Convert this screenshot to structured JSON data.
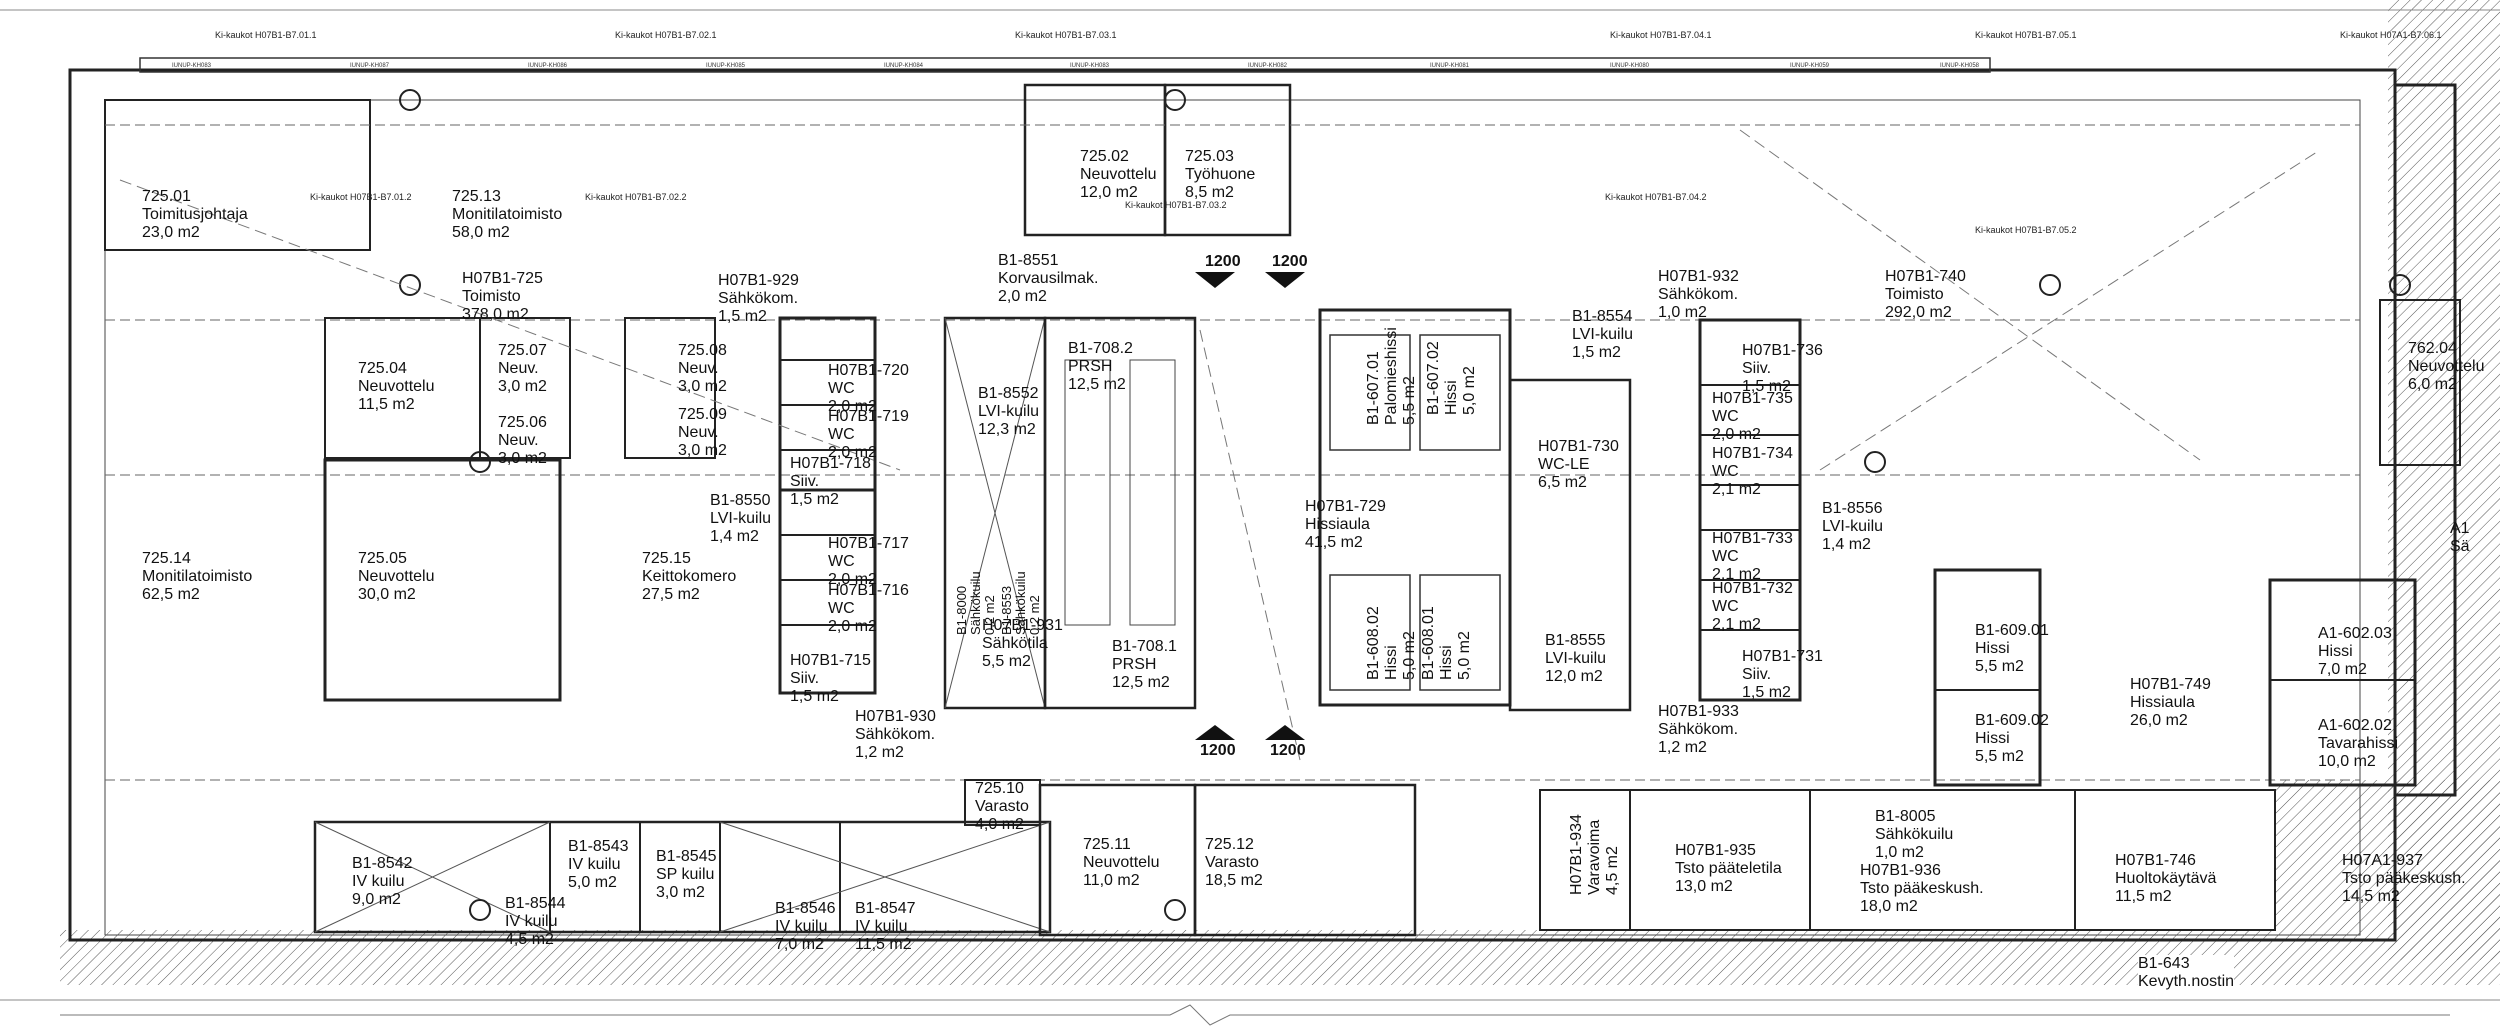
{
  "rooms": [
    {
      "id": "r72501",
      "code": "725.01",
      "name": "Toimitusjohtaja",
      "area": "23,0 m2"
    },
    {
      "id": "r72513",
      "code": "725.13",
      "name": "Monitilatoimisto",
      "area": "58,0 m2"
    },
    {
      "id": "r72502",
      "code": "725.02",
      "name": "Neuvottelu",
      "area": "12,0 m2"
    },
    {
      "id": "r72503",
      "code": "725.03",
      "name": "Työhuone",
      "area": "8,5 m2"
    },
    {
      "id": "rH725",
      "code": "H07B1-725",
      "name": "Toimisto",
      "area": "378,0 m2"
    },
    {
      "id": "rH929",
      "code": "H07B1-929",
      "name": "Sähkökom.",
      "area": "1,5 m2"
    },
    {
      "id": "rB8551",
      "code": "B1-8551",
      "name": "Korvausilmak.",
      "area": "2,0 m2"
    },
    {
      "id": "r72504",
      "code": "725.04",
      "name": "Neuvottelu",
      "area": "11,5 m2"
    },
    {
      "id": "r72507",
      "code": "725.07",
      "name": "Neuv.",
      "area": "3,0 m2"
    },
    {
      "id": "r72506",
      "code": "725.06",
      "name": "Neuv.",
      "area": "3,0 m2"
    },
    {
      "id": "r72508",
      "code": "725.08",
      "name": "Neuv.",
      "area": "3,0 m2"
    },
    {
      "id": "r72509",
      "code": "725.09",
      "name": "Neuv.",
      "area": "3,0 m2"
    },
    {
      "id": "rH720",
      "code": "H07B1-720",
      "name": "WC",
      "area": "2,0 m2"
    },
    {
      "id": "rH719",
      "code": "H07B1-719",
      "name": "WC",
      "area": "2,0 m2"
    },
    {
      "id": "rH718",
      "code": "H07B1-718",
      "name": "Siiv.",
      "area": "1,5 m2"
    },
    {
      "id": "rB8552",
      "code": "B1-8552",
      "name": "LVI-kuilu",
      "area": "12,3 m2"
    },
    {
      "id": "rB7082",
      "code": "B1-708.2",
      "name": "PRSH",
      "area": "12,5 m2"
    },
    {
      "id": "rB6071",
      "code": "B1-607.01",
      "name": "Palomieshissi",
      "area": "5,5 m2"
    },
    {
      "id": "rB6072",
      "code": "B1-607.02",
      "name": "Hissi",
      "area": "5,0 m2"
    },
    {
      "id": "rB8554",
      "code": "B1-8554",
      "name": "LVI-kuilu",
      "area": "1,5 m2"
    },
    {
      "id": "rH730",
      "code": "H07B1-730",
      "name": "WC-LE",
      "area": "6,5 m2"
    },
    {
      "id": "rH932",
      "code": "H07B1-932",
      "name": "Sähkökom.",
      "area": "1,0 m2"
    },
    {
      "id": "rH740",
      "code": "H07B1-740",
      "name": "Toimisto",
      "area": "292,0 m2"
    },
    {
      "id": "rH736",
      "code": "H07B1-736",
      "name": "Siiv.",
      "area": "1,5 m2"
    },
    {
      "id": "rH735",
      "code": "H07B1-735",
      "name": "WC",
      "area": "2,0 m2"
    },
    {
      "id": "rH734",
      "code": "H07B1-734",
      "name": "WC",
      "area": "2,1 m2"
    },
    {
      "id": "rH733",
      "code": "H07B1-733",
      "name": "WC",
      "area": "2,1 m2"
    },
    {
      "id": "rH732",
      "code": "H07B1-732",
      "name": "WC",
      "area": "2,1 m2"
    },
    {
      "id": "rH731",
      "code": "H07B1-731",
      "name": "Siiv.",
      "area": "1,5 m2"
    },
    {
      "id": "rB8556",
      "code": "B1-8556",
      "name": "LVI-kuilu",
      "area": "1,4 m2"
    },
    {
      "id": "r76204",
      "code": "762.04",
      "name": "Neuvottelu",
      "area": "6,0 m2"
    },
    {
      "id": "r72514",
      "code": "725.14",
      "name": "Monitilatoimisto",
      "area": "62,5 m2"
    },
    {
      "id": "r72505",
      "code": "725.05",
      "name": "Neuvottelu",
      "area": "30,0 m2"
    },
    {
      "id": "rB8550",
      "code": "B1-8550",
      "name": "LVI-kuilu",
      "area": "1,4 m2"
    },
    {
      "id": "r72515",
      "code": "725.15",
      "name": "Keittokomero",
      "area": "27,5 m2"
    },
    {
      "id": "rH717",
      "code": "H07B1-717",
      "name": "WC",
      "area": "2,0 m2"
    },
    {
      "id": "rH716",
      "code": "H07B1-716",
      "name": "WC",
      "area": "2,0 m2"
    },
    {
      "id": "rH715",
      "code": "H07B1-715",
      "name": "Siiv.",
      "area": "1,5 m2"
    },
    {
      "id": "rH930",
      "code": "H07B1-930",
      "name": "Sähkökom.",
      "area": "1,2 m2"
    },
    {
      "id": "rB8000",
      "code": "B1-8000",
      "name": "Sähkökuilu",
      "area": "0,2 m2"
    },
    {
      "id": "rB8553",
      "code": "B1-8553",
      "name": "Sähkökuilu",
      "area": "0,2 m2"
    },
    {
      "id": "rH931",
      "code": "H07B1-931",
      "name": "Sähkötila",
      "area": "5,5 m2"
    },
    {
      "id": "rB7081",
      "code": "B1-708.1",
      "name": "PRSH",
      "area": "12,5 m2"
    },
    {
      "id": "rH729",
      "code": "H07B1-729",
      "name": "Hissiaula",
      "area": "41,5 m2"
    },
    {
      "id": "rB6082",
      "code": "B1-608.02",
      "name": "Hissi",
      "area": "5,0 m2"
    },
    {
      "id": "rB6081",
      "code": "B1-608.01",
      "name": "Hissi",
      "area": "5,0 m2"
    },
    {
      "id": "rB8555",
      "code": "B1-8555",
      "name": "LVI-kuilu",
      "area": "12,0 m2"
    },
    {
      "id": "rH933",
      "code": "H07B1-933",
      "name": "Sähkökom.",
      "area": "1,2 m2"
    },
    {
      "id": "rB6091",
      "code": "B1-609.01",
      "name": "Hissi",
      "area": "5,5 m2"
    },
    {
      "id": "rB6092",
      "code": "B1-609.02",
      "name": "Hissi",
      "area": "5,5 m2"
    },
    {
      "id": "rH749",
      "code": "H07B1-749",
      "name": "Hissiaula",
      "area": "26,0 m2"
    },
    {
      "id": "rA6023",
      "code": "A1-602.03",
      "name": "Hissi",
      "area": "7,0 m2"
    },
    {
      "id": "rA6022",
      "code": "A1-602.02",
      "name": "Tavarahissi",
      "area": "10,0 m2"
    },
    {
      "id": "rB8542",
      "code": "B1-8542",
      "name": "IV kuilu",
      "area": "9,0 m2"
    },
    {
      "id": "rB8543",
      "code": "B1-8543",
      "name": "IV kuilu",
      "area": "5,0 m2"
    },
    {
      "id": "rB8544",
      "code": "B1-8544",
      "name": "IV kuilu",
      "area": "4,5 m2"
    },
    {
      "id": "rB8545",
      "code": "B1-8545",
      "name": "SP kuilu",
      "area": "3,0 m2"
    },
    {
      "id": "rB8546",
      "code": "B1-8546",
      "name": "IV kuilu",
      "area": "7,0 m2"
    },
    {
      "id": "rB8547",
      "code": "B1-8547",
      "name": "IV kuilu",
      "area": "11,5 m2"
    },
    {
      "id": "r72510",
      "code": "725.10",
      "name": "Varasto",
      "area": "4,0 m2"
    },
    {
      "id": "r72511",
      "code": "725.11",
      "name": "Neuvottelu",
      "area": "11,0 m2"
    },
    {
      "id": "r72512",
      "code": "725.12",
      "name": "Varasto",
      "area": "18,5 m2"
    },
    {
      "id": "rH934",
      "code": "H07B1-934",
      "name": "Varavoima",
      "area": "4,5 m2"
    },
    {
      "id": "rH935",
      "code": "H07B1-935",
      "name": "Tsto pääteletila",
      "area": "13,0 m2"
    },
    {
      "id": "rB8005",
      "code": "B1-8005",
      "name": "Sähkökuilu",
      "area": "1,0 m2"
    },
    {
      "id": "rH936",
      "code": "H07B1-936",
      "name": "Tsto pääkeskush.",
      "area": "18,0 m2"
    },
    {
      "id": "rH746",
      "code": "H07B1-746",
      "name": "Huoltokäytävä",
      "area": "11,5 m2"
    },
    {
      "id": "rHA937",
      "code": "H07A1-937",
      "name": "Tsto pääkeskush.",
      "area": "14,5 m2"
    },
    {
      "id": "rB643",
      "code": "B1-643",
      "name": "Kevyth.nostin",
      "area": ""
    }
  ],
  "edge_labels": {
    "a1": "A1",
    "sa": "Sä"
  },
  "dimensions": [
    "1200",
    "1200",
    "1200",
    "1200"
  ],
  "facade_refs": [
    "Ki-kaukot H07B1-B7.01.1",
    "Ki-kaukot H07B1-B7.02.1",
    "Ki-kaukot H07B1-B7.03.1",
    "Ki-kaukot H07B1-B7.04.1",
    "Ki-kaukot H07B1-B7.05.1",
    "Ki-kaukot H07A1-B7.06.1"
  ],
  "inner_refs": [
    "Ki-kaukot H07B1-B7.01.2",
    "Ki-kaukot H07B1-B7.02.2",
    "Ki-kaukot H07B1-B7.03.2",
    "Ki-kaukot H07B1-B7.04.2",
    "Ki-kaukot H07B1-B7.05.2"
  ],
  "window_codes": [
    "IUNUP-KH083",
    "IUNUP-KH087",
    "IUNUP-KH086",
    "IUNUP-KH085",
    "IUNUP-KH084",
    "IUNUP-KH083",
    "IUNUP-KH082",
    "IUNUP-KH081",
    "IUNUP-KH080",
    "IUNUP-KH059",
    "IUNUP-KH058"
  ]
}
